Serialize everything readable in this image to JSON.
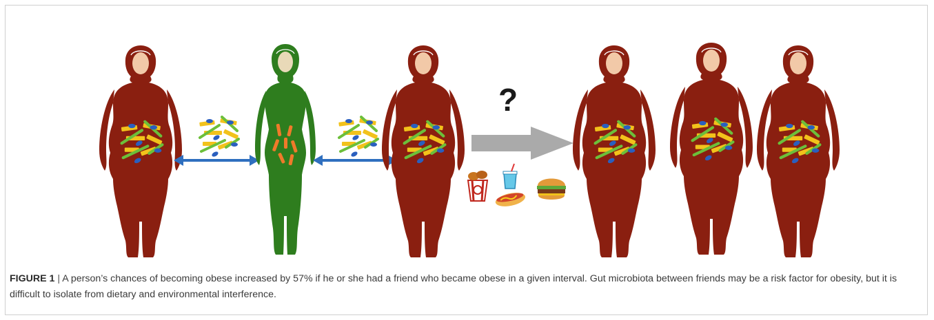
{
  "figure": {
    "label": "FIGURE 1",
    "separator": "|",
    "caption": "A person’s chances of becoming obese increased by 57% if he or she had a friend who became obese in a given interval. Gut microbiota between friends may be a risk factor for obesity, but it is difficult to isolate from dietary and environmental interference."
  },
  "diagram": {
    "question_mark": "?",
    "colors": {
      "person_obese": "#8a1f10",
      "person_lean": "#2e7d1e",
      "skin": "#f2c9a8",
      "arrow_double": "#2f6fbf",
      "arrow_gray": "#aaaaaa",
      "bacteria_yellow": "#f2c21b",
      "bacteria_green": "#6cbf3a",
      "bacteria_blue": "#2a5fbf",
      "bacteria_orange": "#f07a2a"
    },
    "figures": [
      "obese-woman",
      "lean-woman",
      "obese-woman",
      "obese-woman",
      "obese-woman",
      "obese-woman"
    ],
    "food_icons": [
      "fried-chicken-bucket-icon",
      "soda-cup-icon",
      "hot-dog-icon",
      "burger-icon"
    ]
  }
}
